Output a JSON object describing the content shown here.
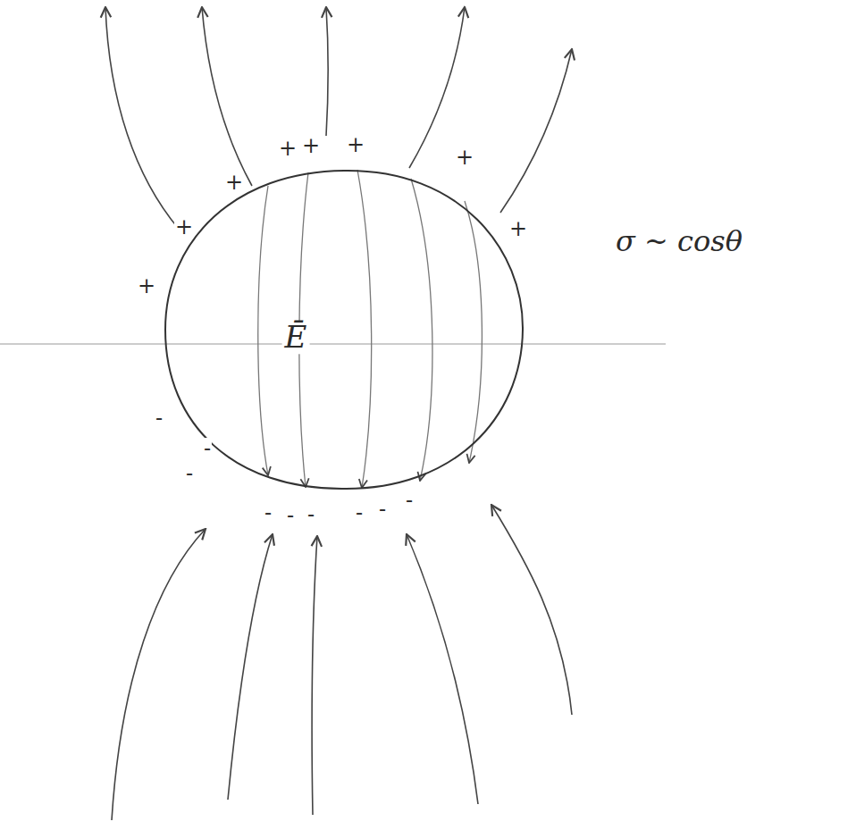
{
  "diagram": {
    "nodes": [
      {
        "text": [
          "Ē"
        ]
      }
    ],
    "labels": [
      "+",
      "+",
      "+",
      "+",
      "+",
      "+",
      "+",
      "+",
      "-",
      "-",
      "-",
      "-",
      "-",
      "-",
      "-",
      "-",
      "-",
      "σ ~ cosθ"
    ]
  }
}
